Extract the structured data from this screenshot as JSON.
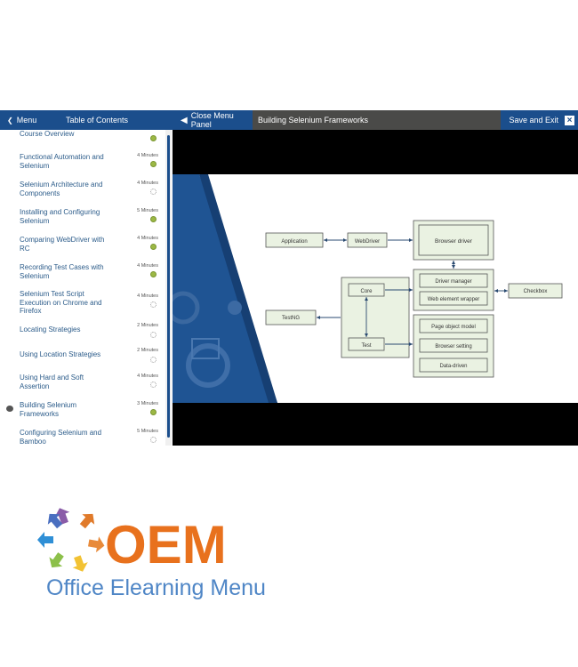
{
  "topbar": {
    "menu_label": "Menu",
    "toc_label": "Table of Contents",
    "close_panel_label": "Close Menu Panel",
    "course_title": "Building Selenium Frameworks",
    "save_exit_label": "Save and Exit",
    "close_icon": "×"
  },
  "toc": {
    "items": [
      {
        "label": "Course Overview",
        "duration": "",
        "status": "done"
      },
      {
        "label": "Functional Automation and Selenium",
        "duration": "4 Minutes",
        "status": "done"
      },
      {
        "label": "Selenium Architecture and Components",
        "duration": "4 Minutes",
        "status": "todo"
      },
      {
        "label": "Installing and Configuring Selenium",
        "duration": "5 Minutes",
        "status": "done"
      },
      {
        "label": "Comparing WebDriver with RC",
        "duration": "4 Minutes",
        "status": "done"
      },
      {
        "label": "Recording Test Cases with Selenium",
        "duration": "4 Minutes",
        "status": "done"
      },
      {
        "label": "Selenium Test Script Execution on Chrome and Firefox",
        "duration": "4 Minutes",
        "status": "todo"
      },
      {
        "label": "Locating Strategies",
        "duration": "2 Minutes",
        "status": "todo"
      },
      {
        "label": "Using Location Strategies",
        "duration": "2 Minutes",
        "status": "todo"
      },
      {
        "label": "Using Hard and Soft Assertion",
        "duration": "4 Minutes",
        "status": "todo"
      },
      {
        "label": "Building Selenium Frameworks",
        "duration": "3 Minutes",
        "status": "done",
        "current": true
      },
      {
        "label": "Configuring Selenium and Bamboo",
        "duration": "5 Minutes",
        "status": "todo"
      }
    ]
  },
  "diagram": {
    "application": "Application",
    "webdriver": "WebDriver",
    "browser_driver": "Browser driver",
    "driver_manager": "Driver manager",
    "web_element_wrapper": "Web element wrapper",
    "checkbox": "Checkbox",
    "core": "Core",
    "testng": "TestNG",
    "test": "Test",
    "page_object_model": "Page object model",
    "browser_setting": "Browser setting",
    "data_driven": "Data-driven"
  },
  "brand": {
    "logo_text": "OEM",
    "tagline": "Office Elearning Menu"
  },
  "colors": {
    "nav_blue": "#1b4e8c",
    "title_bar": "#4a4a48",
    "complete_green": "#9cb844",
    "brand_orange": "#e8711d",
    "brand_blue": "#4f86c6"
  }
}
